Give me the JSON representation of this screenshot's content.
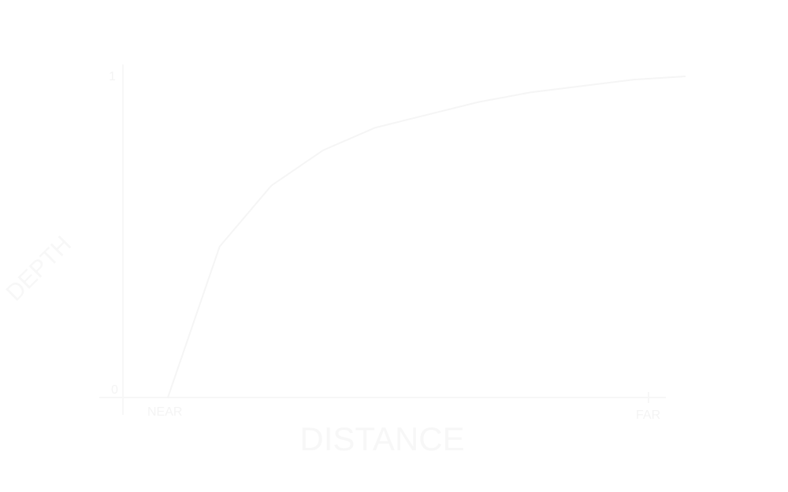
{
  "chart_data": {
    "type": "line",
    "xlabel": "DISTANCE",
    "ylabel": "DEPTH",
    "x_tick_labels": {
      "near": "NEAR",
      "far": "FAR"
    },
    "y_tick_labels": {
      "min": "0",
      "max": "1"
    },
    "xlim": [
      0,
      1
    ],
    "ylim": [
      0,
      1
    ],
    "series": [
      {
        "values": [
          [
            0.0,
            0.0
          ],
          [
            0.1,
            0.47
          ],
          [
            0.2,
            0.66
          ],
          [
            0.3,
            0.77
          ],
          [
            0.4,
            0.84
          ],
          [
            0.5,
            0.88
          ],
          [
            0.6,
            0.92
          ],
          [
            0.7,
            0.95
          ],
          [
            0.8,
            0.97
          ],
          [
            0.9,
            0.99
          ],
          [
            1.0,
            1.0
          ]
        ]
      }
    ],
    "grid": false,
    "colors": {
      "axis": "#f7f7f7",
      "curve": "#f5f5f5",
      "text": "#f4f4f4"
    }
  }
}
